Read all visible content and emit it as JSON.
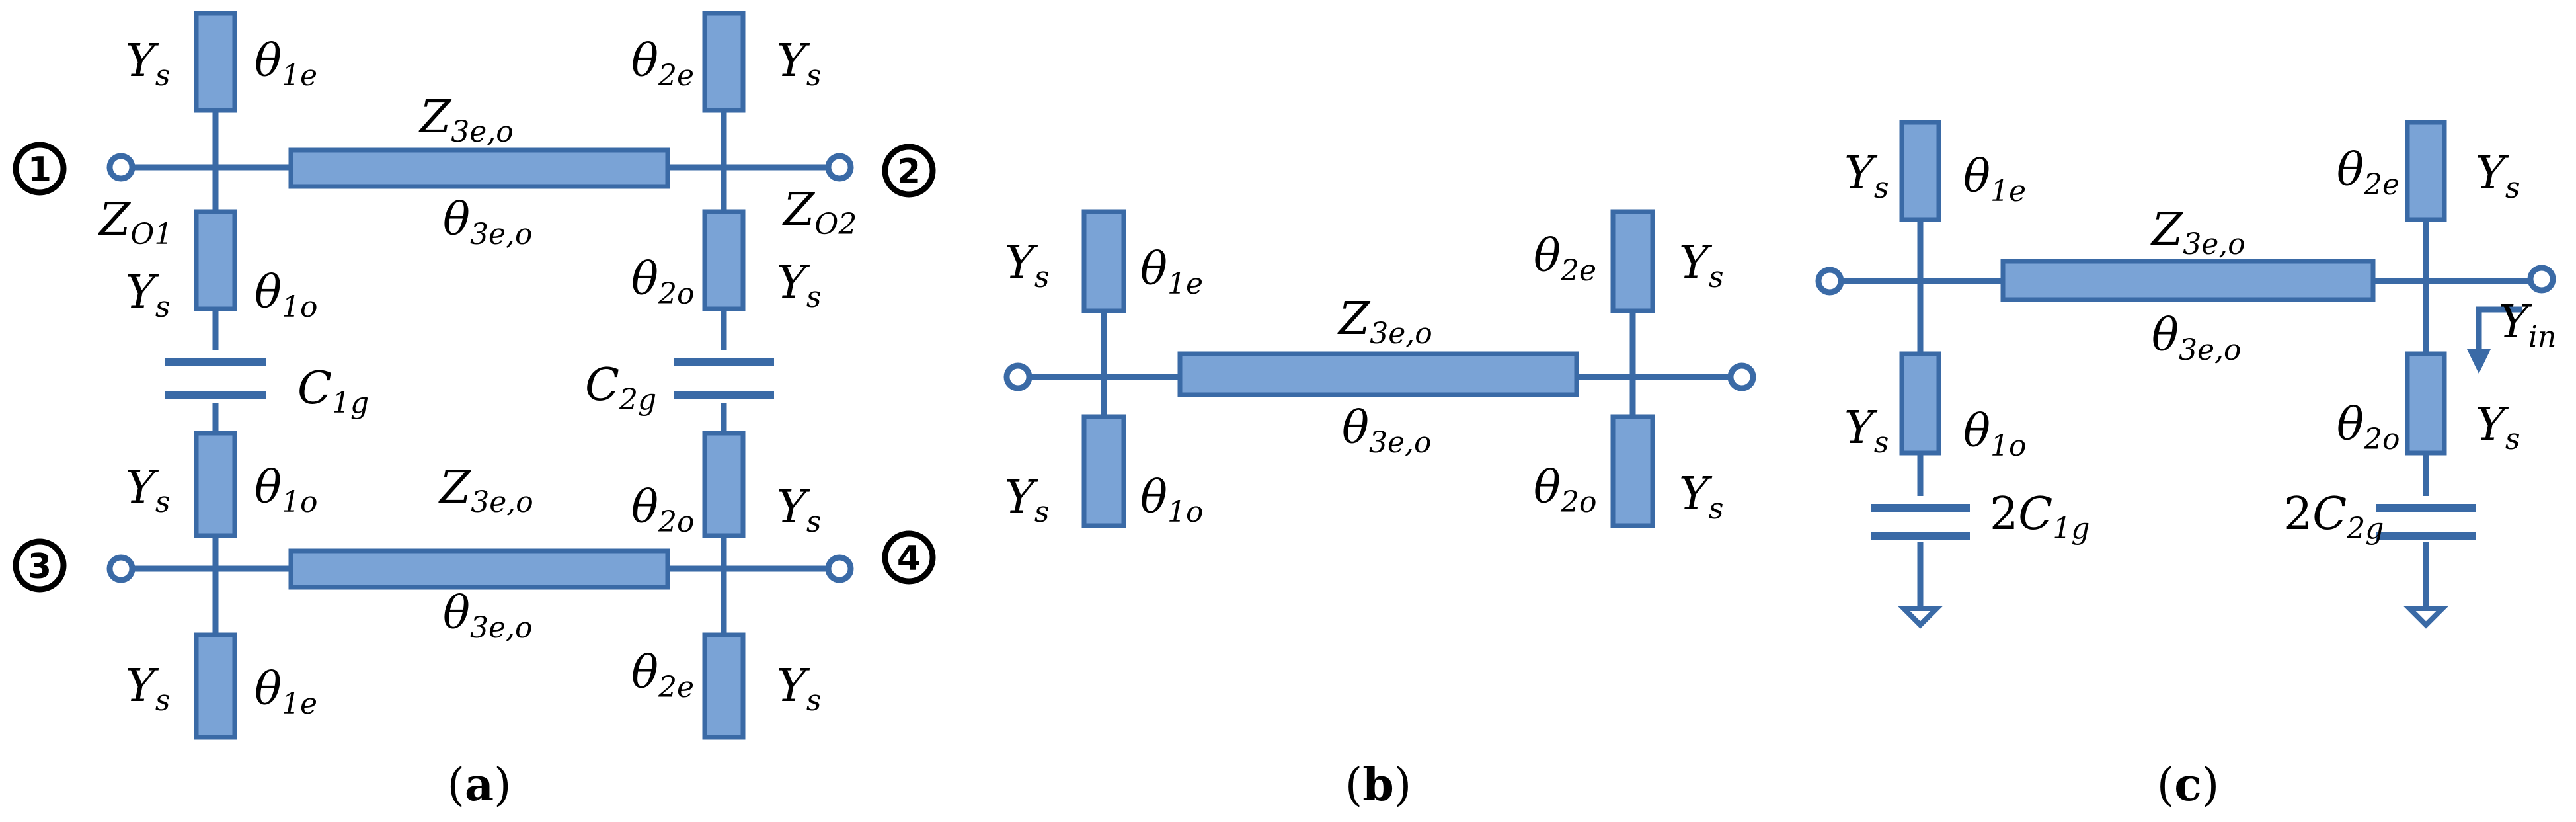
{
  "labels": {
    "Ys": {
      "main": "Y",
      "sub": "s"
    },
    "theta1e": {
      "main": "θ",
      "sub": "1e"
    },
    "theta1o": {
      "main": "θ",
      "sub": "1o"
    },
    "theta2e": {
      "main": "θ",
      "sub": "2e"
    },
    "theta2o": {
      "main": "θ",
      "sub": "2o"
    },
    "Z3eo": {
      "main": "Z",
      "sub": "3e,o"
    },
    "theta3eo": {
      "main": "θ",
      "sub": "3e,o"
    },
    "ZO1": {
      "main": "Z",
      "sub": "O1"
    },
    "ZO2": {
      "main": "Z",
      "sub": "O2"
    },
    "C1g": {
      "main": "C",
      "sub": "1g"
    },
    "C2g": {
      "main": "C",
      "sub": "2g"
    },
    "twoC1g": {
      "prefix": "2",
      "main": "C",
      "sub": "1g"
    },
    "twoC2g": {
      "prefix": "2",
      "main": "C",
      "sub": "2g"
    },
    "Yin": {
      "main": "Y",
      "sub": "in"
    }
  },
  "ports": [
    "1",
    "2",
    "3",
    "4"
  ],
  "captions": {
    "a": {
      "open": "(",
      "letter": "a",
      "close": ")"
    },
    "b": {
      "open": "(",
      "letter": "b",
      "close": ")"
    },
    "c": {
      "open": "(",
      "letter": "c",
      "close": ")"
    }
  },
  "colors": {
    "line_fill": "#7aa3d6",
    "line_stroke": "#3a6aa6",
    "text": "#000000"
  }
}
